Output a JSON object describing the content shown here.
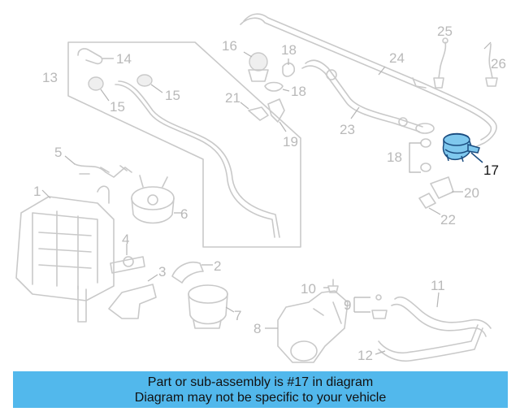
{
  "diagram": {
    "callouts": [
      "1",
      "2",
      "3",
      "4",
      "5",
      "6",
      "7",
      "8",
      "9",
      "10",
      "11",
      "12",
      "13",
      "14",
      "15",
      "15",
      "16",
      "17",
      "18",
      "18",
      "18",
      "19",
      "20",
      "21",
      "22",
      "23",
      "24",
      "25",
      "26"
    ],
    "highlighted_part": "17",
    "colors": {
      "highlight_fill": "#7fc8ee",
      "highlight_stroke": "#1b4d80",
      "part_stroke": "#c9c9c9",
      "banner": "#52b8ec"
    }
  },
  "caption": {
    "line1": "Part or sub-assembly is #17 in diagram",
    "line2": "Diagram may not be specific to your vehicle"
  }
}
